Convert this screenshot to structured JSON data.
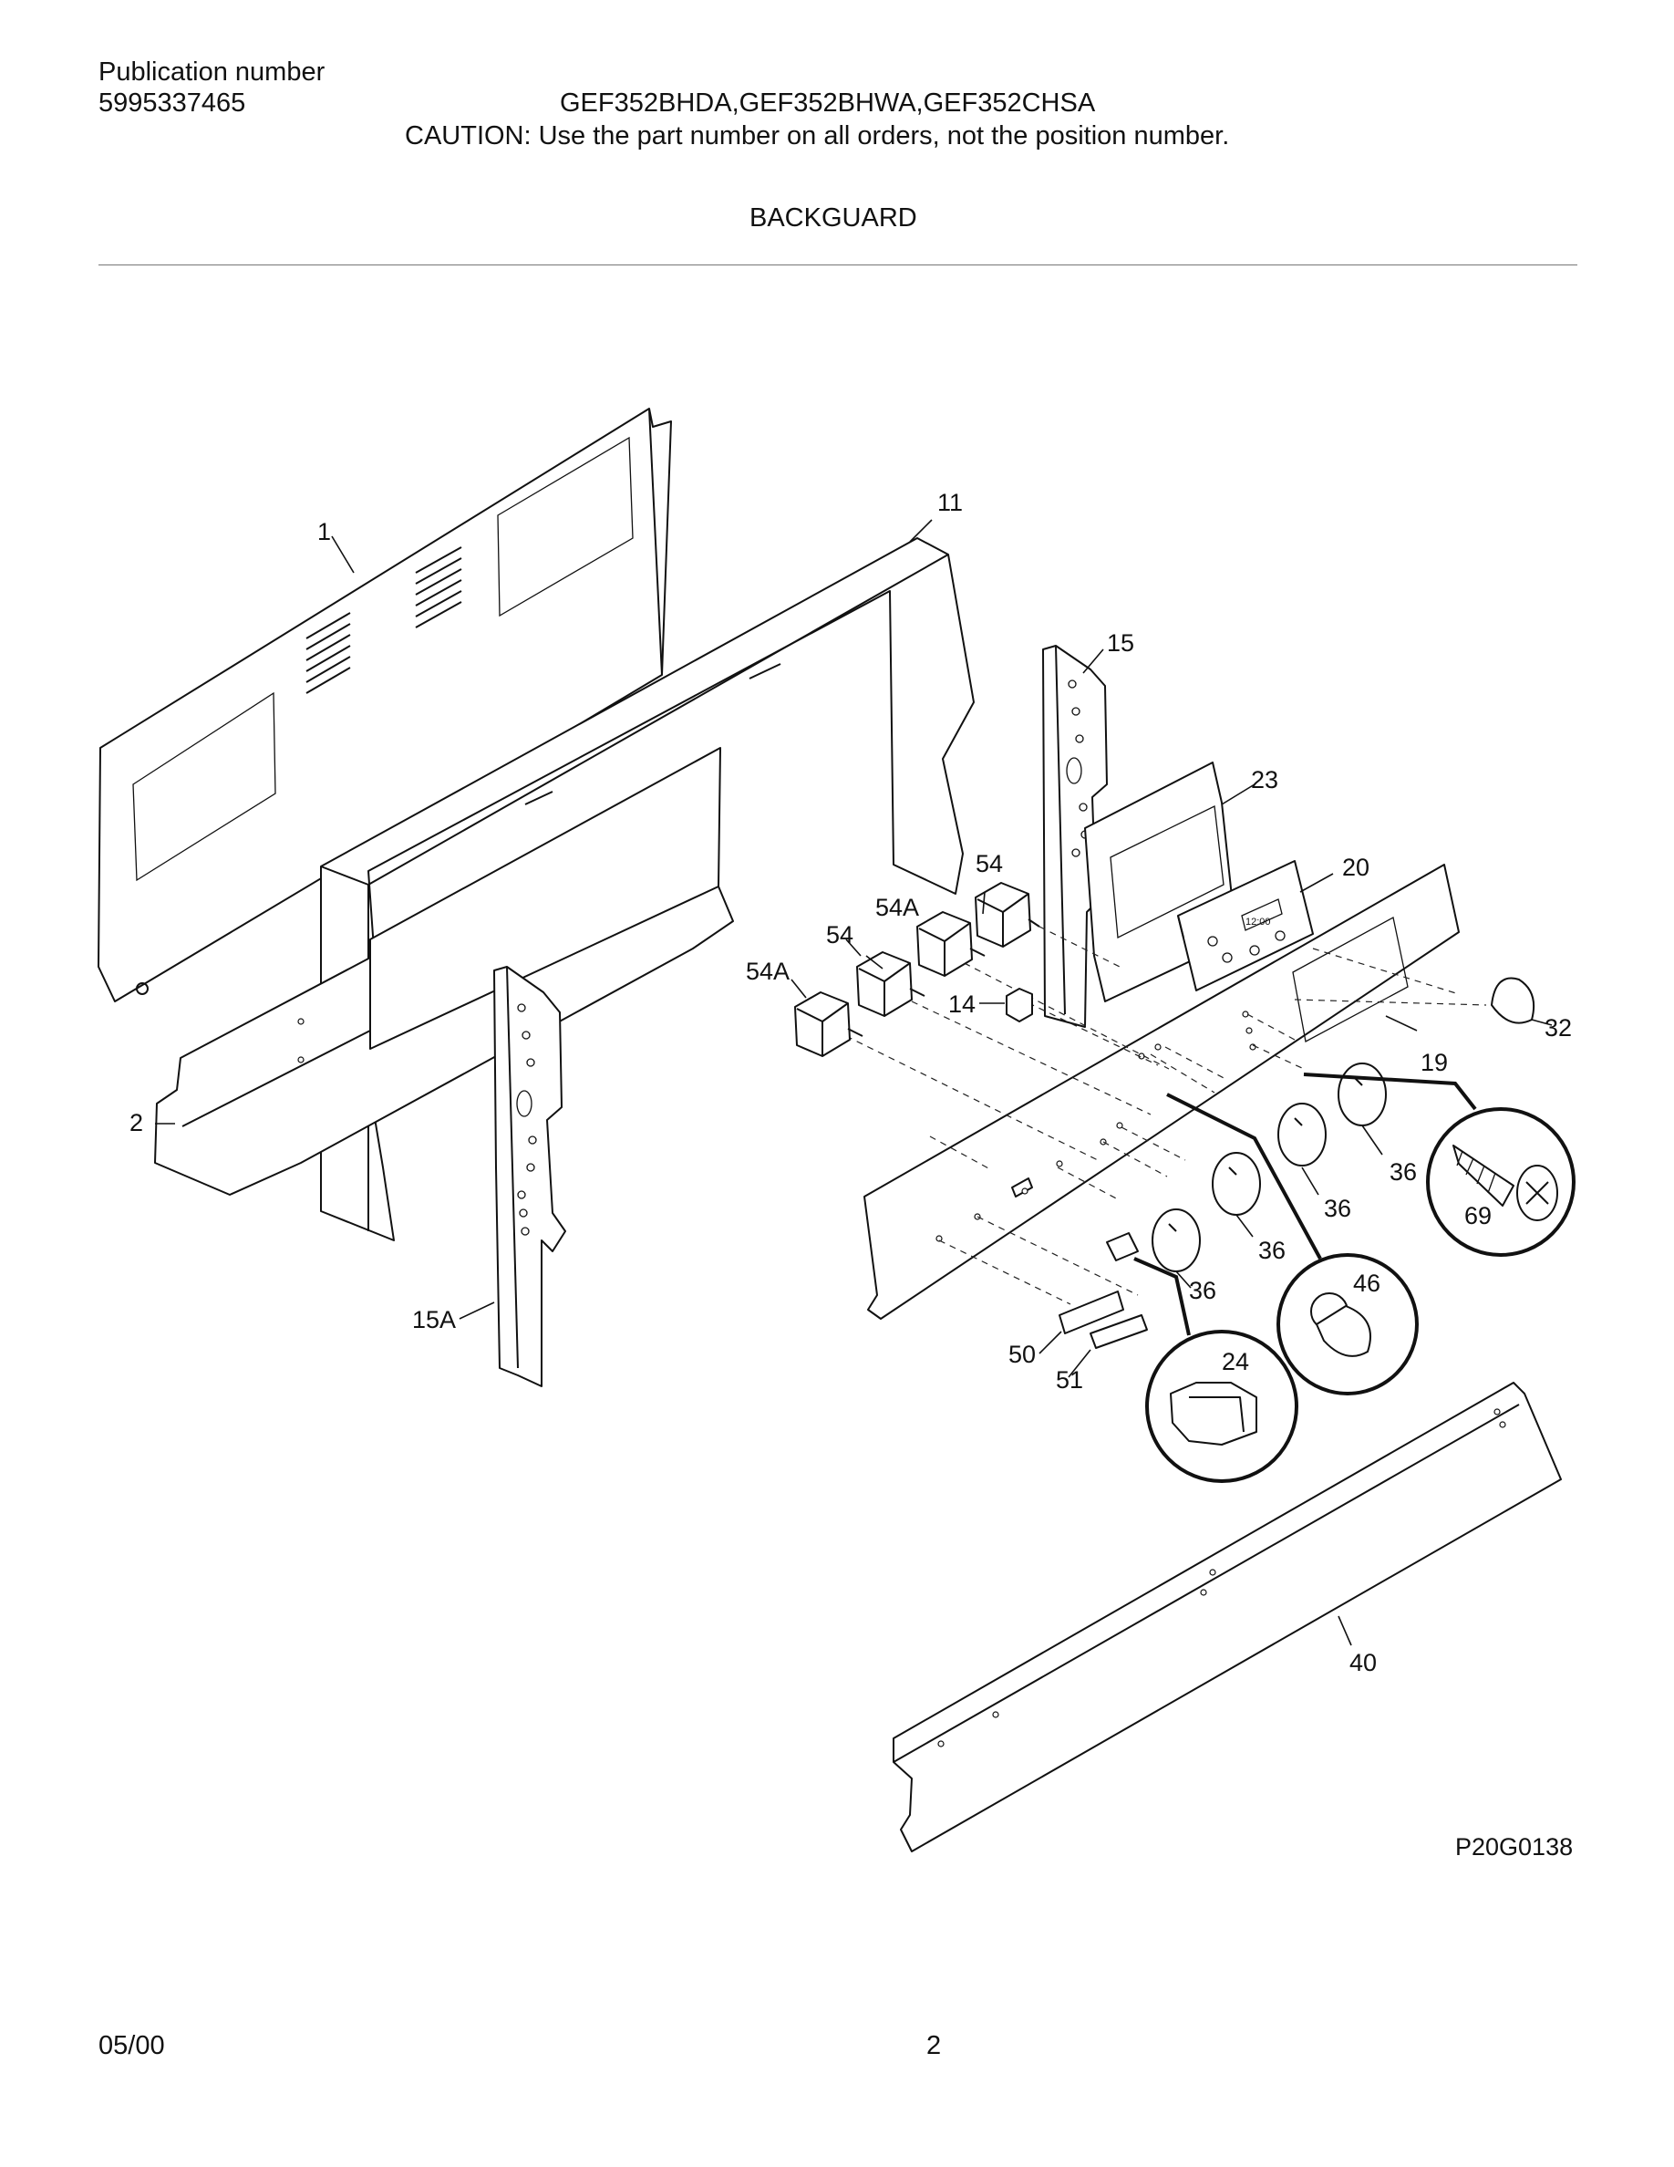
{
  "header": {
    "pub_label": "Publication number",
    "pub_number": "5995337465",
    "models": "GEF352BHDA,GEF352BHWA,GEF352CHSA",
    "caution": "CAUTION:  Use the part number on all orders, not the position number.",
    "section_title": "BACKGUARD"
  },
  "diagram": {
    "code": "P20G0138",
    "callouts": {
      "c1": "1",
      "c2": "2",
      "c11": "11",
      "c14": "14",
      "c15": "15",
      "c15a": "15A",
      "c19": "19",
      "c20": "20",
      "c23": "23",
      "c24": "24",
      "c32": "32",
      "c36a": "36",
      "c36b": "36",
      "c36c": "36",
      "c36d": "36",
      "c40": "40",
      "c46": "46",
      "c50": "50",
      "c51": "51",
      "c54a": "54",
      "c54b": "54",
      "c54Aa": "54A",
      "c54Ab": "54A",
      "c69": "69"
    },
    "clock_display": "12:00"
  },
  "footer": {
    "date": "05/00",
    "page": "2"
  }
}
